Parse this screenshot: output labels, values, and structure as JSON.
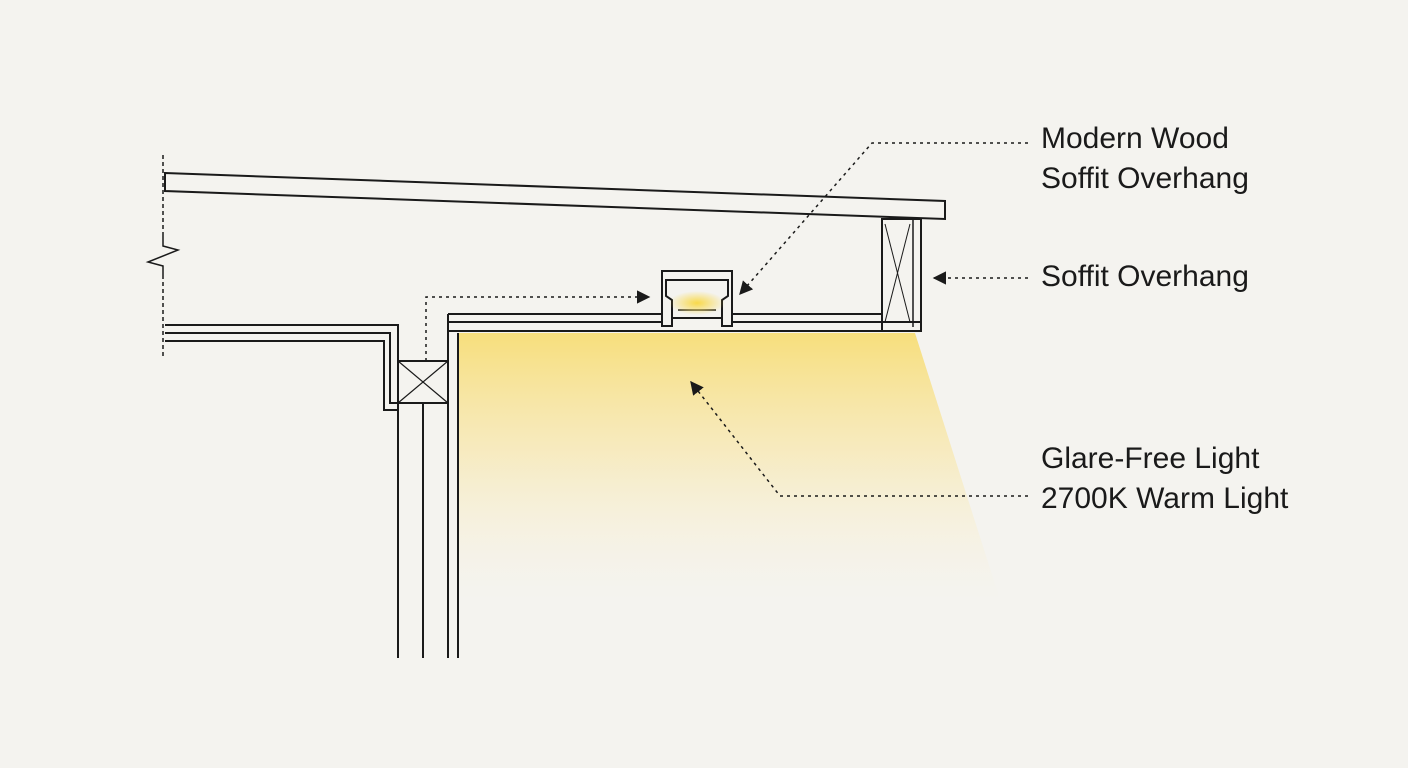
{
  "labels": {
    "wood_soffit": [
      "Modern Wood",
      "Soffit Overhang"
    ],
    "soffit_overhang": "Soffit Overhang",
    "light": [
      "Glare-Free Light",
      "2700K Warm Light"
    ]
  },
  "colors": {
    "background": "#f4f3ef",
    "line": "#1a1a1a",
    "warm_light": "#f7dc6f"
  }
}
